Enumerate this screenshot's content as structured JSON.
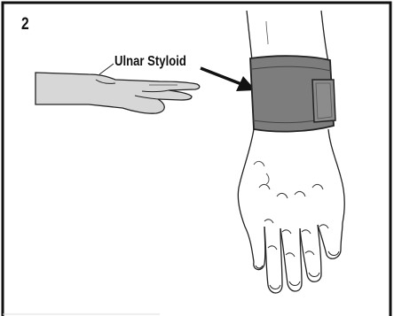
{
  "figure": {
    "step_number": "2",
    "callout_label": "Ulnar Styloid"
  },
  "colors": {
    "border": "#111111",
    "hand_side_fill": "#d7d7d7",
    "brace_fill": "#7d7d7d",
    "brace_pad_fill": "#8c8c8c",
    "line": "#222222"
  },
  "icons": {
    "side_hand": "flat-hand-side-view",
    "arrow": "callout-arrow",
    "wrist_brace": "wrist-brace-on-forearm"
  }
}
